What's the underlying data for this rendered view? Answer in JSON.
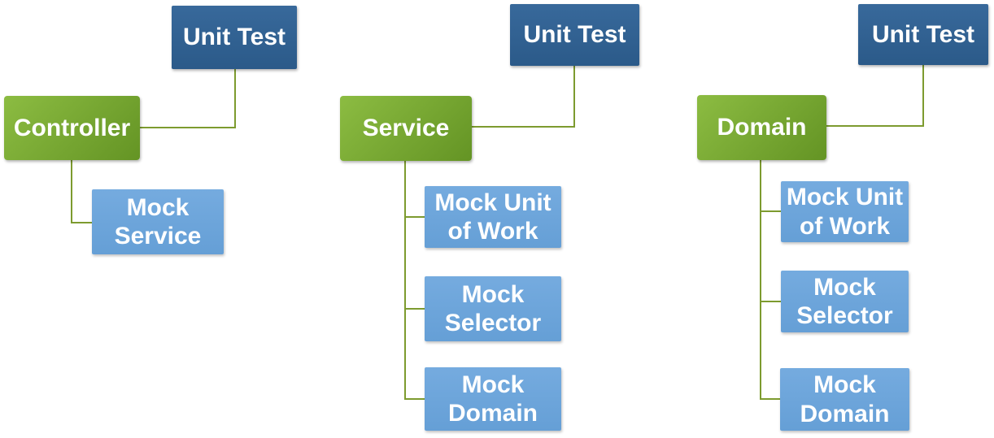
{
  "diagram": {
    "colors": {
      "unit_test_top": "#38699b",
      "unit_test_bottom": "#2b5a89",
      "parent_top": "#8cbc42",
      "parent_bottom": "#649424",
      "mock_top": "#75abdf",
      "mock_bottom": "#659fd6",
      "connector": "#7d9b2f",
      "text": "#ffffff"
    },
    "groups": [
      {
        "unit_test": {
          "label": "Unit Test"
        },
        "parent": {
          "label": "Controller"
        },
        "children": [
          {
            "label": "Mock\nService"
          }
        ]
      },
      {
        "unit_test": {
          "label": "Unit Test"
        },
        "parent": {
          "label": "Service"
        },
        "children": [
          {
            "label": "Mock Unit\nof Work"
          },
          {
            "label": "Mock\nSelector"
          },
          {
            "label": "Mock\nDomain"
          }
        ]
      },
      {
        "unit_test": {
          "label": "Unit Test"
        },
        "parent": {
          "label": "Domain"
        },
        "children": [
          {
            "label": "Mock Unit\nof Work"
          },
          {
            "label": "Mock\nSelector"
          },
          {
            "label": "Mock\nDomain"
          }
        ]
      }
    ]
  }
}
